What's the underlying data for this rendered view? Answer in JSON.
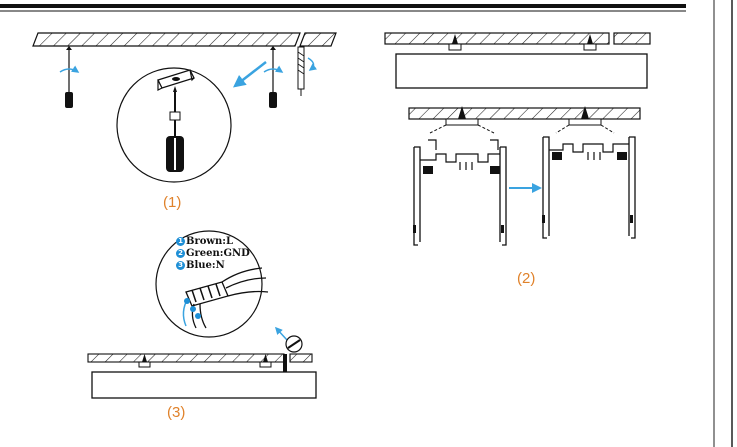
{
  "steps": [
    {
      "label": "(1)"
    },
    {
      "label": "(2)"
    },
    {
      "label": "(3)"
    }
  ],
  "wiring": [
    {
      "number": "1",
      "text": "Brown:L"
    },
    {
      "number": "2",
      "text": "Green:GND"
    },
    {
      "number": "3",
      "text": "Blue:N"
    }
  ],
  "colors": {
    "line": "#1a1a1a",
    "step_label": "#e0822b",
    "arrow": "#3aa3e0",
    "badge": "#1e8fd6"
  }
}
